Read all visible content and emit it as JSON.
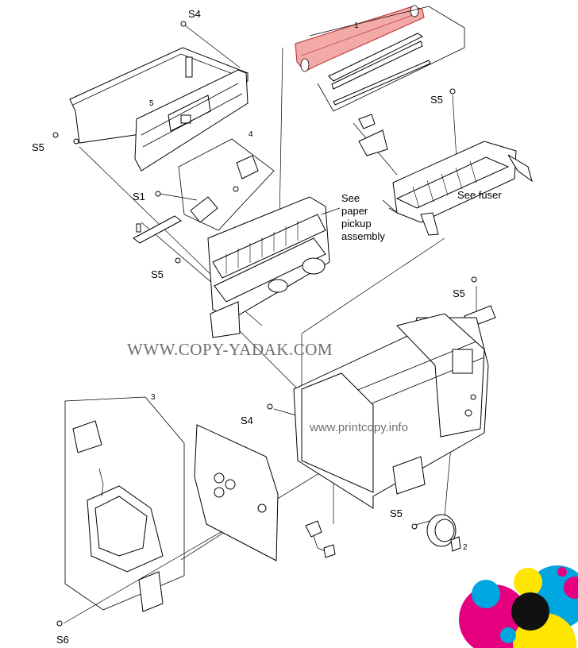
{
  "labels": {
    "s4_top": "S4",
    "s5_left": "S5",
    "s5_right_top": "S5",
    "s5_mid_left": "S5",
    "s5_right_mid": "S5",
    "s5_bottom": "S5",
    "s4_mid": "S4",
    "s1": "S1",
    "s6": "S6",
    "n1": "1",
    "n2": "2",
    "n3": "3",
    "n4": "4",
    "n5": "5"
  },
  "callouts": {
    "paper_pickup_line1": "See",
    "paper_pickup_line2": "paper",
    "paper_pickup_line3": "pickup",
    "paper_pickup_line4": "assembly",
    "fuser": "See fuser"
  },
  "watermarks": {
    "copy_yadak": "WWW.COPY-YADAK.COM",
    "printcopy": "www.printcopy.info"
  },
  "colors": {
    "highlight_fill": "#f4a9a9",
    "highlight_stroke": "#c24040",
    "cmyk_cyan": "#00a6e0",
    "cmyk_magenta": "#e4007e",
    "cmyk_yellow": "#ffe600",
    "cmyk_black": "#111111"
  }
}
